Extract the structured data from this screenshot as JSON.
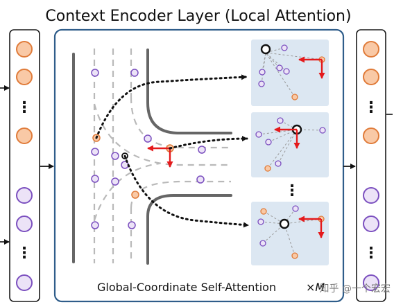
{
  "title": "Context Encoder Layer (Local Attention)",
  "caption": "Global-Coordinate Self-Attention",
  "repeat_label": "×M",
  "watermark": "知乎 @一个宏宏",
  "ellipsis": "⋮",
  "colors": {
    "frame_blue": "#2f5d8a",
    "panel_bg": "#dce7f2",
    "orange_node_fill": "#f9c9a6",
    "orange_node_stroke": "#e07b39",
    "purple_node_fill": "#ece3f7",
    "purple_node_stroke": "#7b4fbf",
    "arrow_red": "#e41a1c"
  }
}
